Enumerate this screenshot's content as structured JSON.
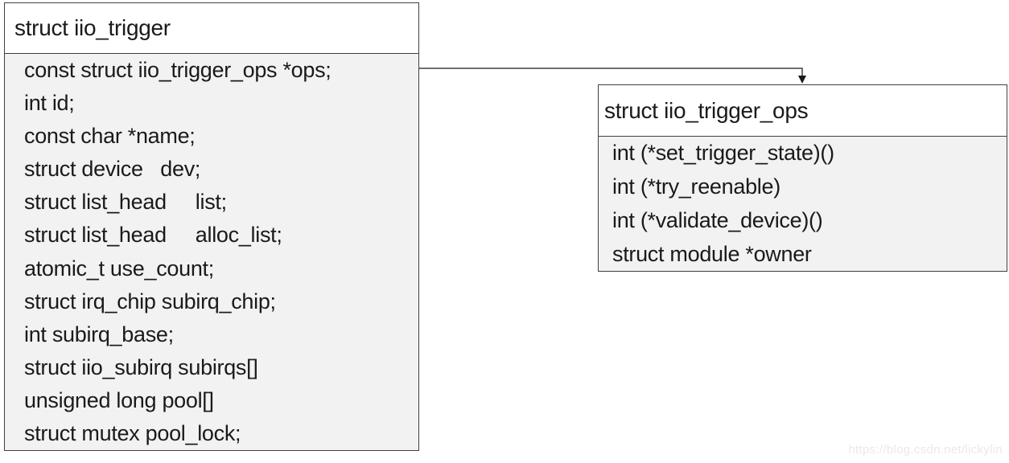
{
  "diagram": {
    "left_box": {
      "title": "struct iio_trigger",
      "fields": [
        "const struct iio_trigger_ops *ops;",
        "int id;",
        "const char *name;",
        "struct device   dev;",
        "struct list_head     list;",
        "struct list_head     alloc_list;",
        "atomic_t use_count;",
        "struct irq_chip subirq_chip;",
        "int subirq_base;",
        "struct iio_subirq subirqs[]",
        "unsigned long pool[]",
        "struct mutex pool_lock;"
      ]
    },
    "right_box": {
      "title": "struct iio_trigger_ops",
      "fields": [
        "int (*set_trigger_state)()",
        "int (*try_reenable)",
        "int (*validate_device)()",
        "struct module *owner"
      ]
    },
    "colors": {
      "box_border": "#404040",
      "box_body_fill": "#f2f2f2",
      "box_title_fill": "#ffffff",
      "text": "#1a1a1a",
      "arrow": "#404040",
      "watermark": "#e9e9e9"
    }
  },
  "watermark": {
    "text": "https://blog.csdn.net/lickylin"
  }
}
